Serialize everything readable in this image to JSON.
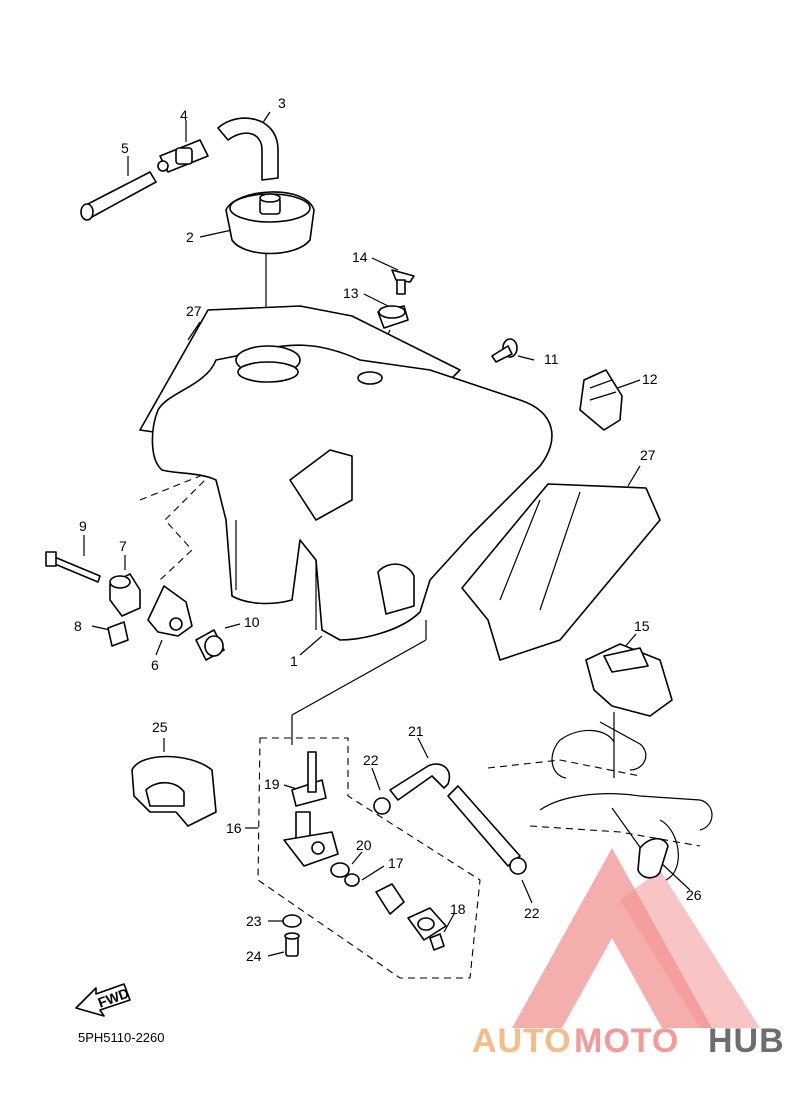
{
  "callouts": [
    "1",
    "2",
    "3",
    "4",
    "5",
    "6",
    "7",
    "8",
    "9",
    "10",
    "11",
    "12",
    "13",
    "14",
    "15",
    "16",
    "17",
    "18",
    "19",
    "20",
    "21",
    "22",
    "22",
    "23",
    "24",
    "25",
    "26",
    "27",
    "27"
  ],
  "fwd_label": "FWD",
  "diagram_code": "5PH5110-2260",
  "watermark": {
    "part1": "AUTO",
    "part2": "MOTO",
    "part3": "HUB",
    "color1": "#f4bd86",
    "color2": "#f39a9a",
    "color3": "#6d6d6d",
    "logo_color": "#f08080"
  }
}
